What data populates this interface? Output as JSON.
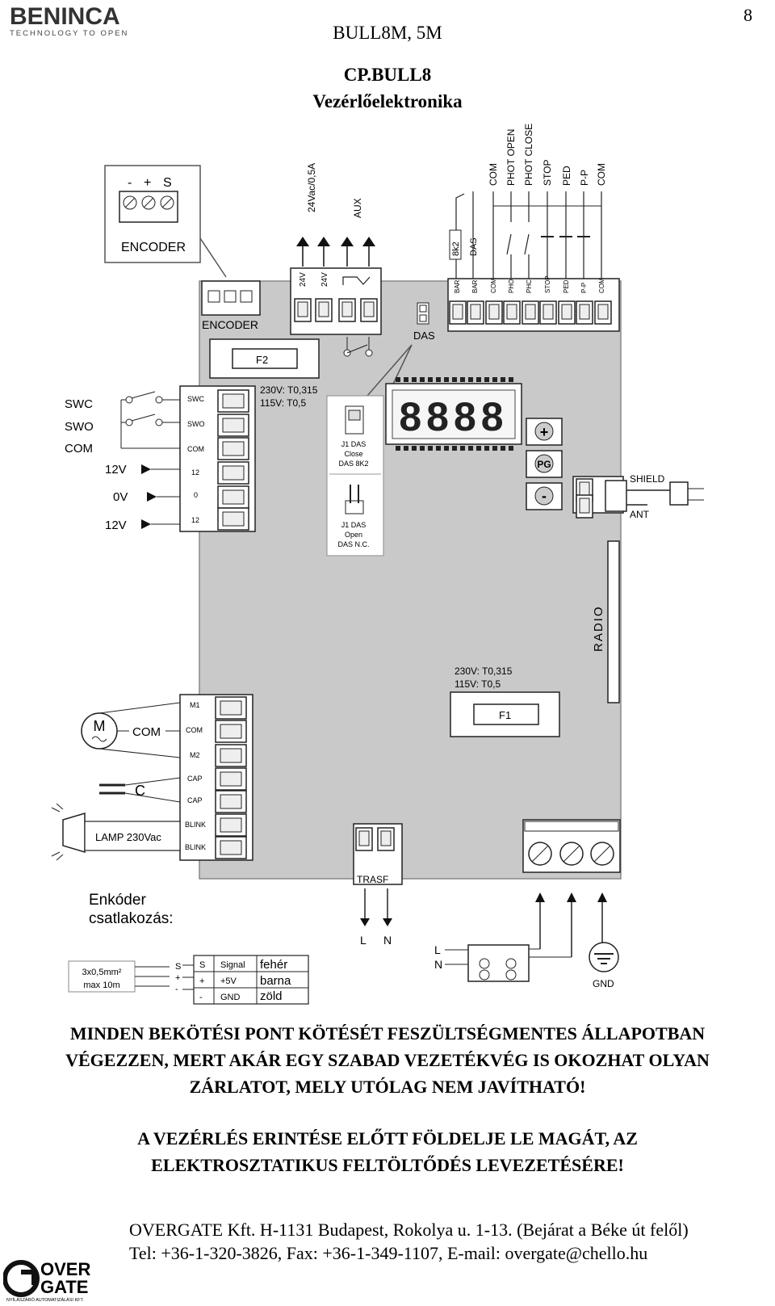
{
  "header": {
    "brand": "BENINCA",
    "brand_tagline": "TECHNOLOGY TO OPEN",
    "model": "BULL8M, 5M",
    "page_number": "8",
    "title": "CP.BULL8",
    "subtitle": "Vezérlőelektronika"
  },
  "diagram": {
    "encoder_box_pins": [
      "-",
      "+",
      "S"
    ],
    "encoder_box_label": "ENCODER",
    "encoder_connector_label": "ENCODER",
    "fuse2_label": "F2",
    "fuse2_spec_1": "230V: T0,315",
    "fuse2_spec_2": "115V: T0,5",
    "out_24vac_label": "24Vac/0,5A",
    "aux_label": "AUX",
    "out_pin_24v_1": "24V",
    "out_pin_24v_2": "24V",
    "das_jumper_label": "DAS",
    "bar_8k2": "8k2",
    "bar_das": "DAS",
    "top_inputs": [
      "COM",
      "PHOT OPEN",
      "PHOT CLOSE",
      "STOP",
      "PED",
      "P-P",
      "COM"
    ],
    "top_pins": [
      "BAR",
      "BAR",
      "COM",
      "PHO",
      "PHC",
      "STOP",
      "PED",
      "P-P",
      "COM"
    ],
    "display_digits": "8888",
    "btn_plus": "+",
    "btn_pg": "PG",
    "btn_minus": "-",
    "j1_close_1": "J1 DAS",
    "j1_close_2": "Close",
    "j1_close_3": "DAS 8K2",
    "j1_open_1": "J1 DAS",
    "j1_open_2": "Open",
    "j1_open_3": "DAS N.C.",
    "shield_label": "SHIELD",
    "ant_label": "ANT",
    "radio_label": "RADIO",
    "left_ext_labels": [
      "SWC",
      "SWO",
      "COM",
      "12V",
      "0V",
      "12V"
    ],
    "left_pins": [
      "SWC",
      "SWO",
      "COM",
      "12",
      "0",
      "12"
    ],
    "fuse1_spec_1": "230V: T0,315",
    "fuse1_spec_2": "115V: T0,5",
    "fuse1_label": "F1",
    "motor_pins": [
      "M1",
      "COM",
      "M2",
      "CAP",
      "CAP",
      "BLINK",
      "BLINK"
    ],
    "motor_symbol": "M",
    "motor_com": "COM",
    "cap_label": "C",
    "lamp_label": "LAMP 230Vac",
    "trasf_label": "TRASF",
    "trasf_l": "L",
    "trasf_n": "N",
    "mains_l": "L",
    "mains_n": "N",
    "gnd_label": "GND",
    "enc_conn_title_1": "Enkóder",
    "enc_conn_title_2": "csatlakozás:",
    "cable_spec_1": "3x0,5mm²",
    "cable_spec_2": "max 10m",
    "cable_pins": [
      "S",
      "+",
      "-"
    ],
    "enc_table": [
      [
        "S",
        "Signal",
        "fehér"
      ],
      [
        "+",
        "+5V",
        "barna"
      ],
      [
        "-",
        "GND",
        "zöld"
      ]
    ]
  },
  "warnings": {
    "line1": "MINDEN BEKÖTÉSI PONT KÖTÉSÉT FESZÜLTSÉGMENTES ÁLLAPOTBAN",
    "line2": "VÉGEZZEN, MERT AKÁR EGY SZABAD VEZETÉKVÉG IS OKOZHAT OLYAN",
    "line3": "ZÁRLATOT, MELY UTÓLAG NEM JAVÍTHATÓ!",
    "line4": "A VEZÉRLÉS ERINTÉSE ELŐTT FÖLDELJE LE MAGÁT, AZ",
    "line5": "ELEKTROSZTATIKUS FELTÖLTŐDÉS LEVEZETÉSÉRE!"
  },
  "footer": {
    "logo_top": "OVER",
    "logo_bottom": "GATE",
    "logo_sub": "NYÍLÁSZÁRÓ AUTOMATIZÁLÁSI KFT.",
    "line1": "OVERGATE Kft. H-1131 Budapest, Rokolya u. 1-13. (Bejárat a Béke út felől)",
    "line2": "Tel: +36-1-320-3826, Fax: +36-1-349-1107, E-mail: overgate@chello.hu"
  }
}
